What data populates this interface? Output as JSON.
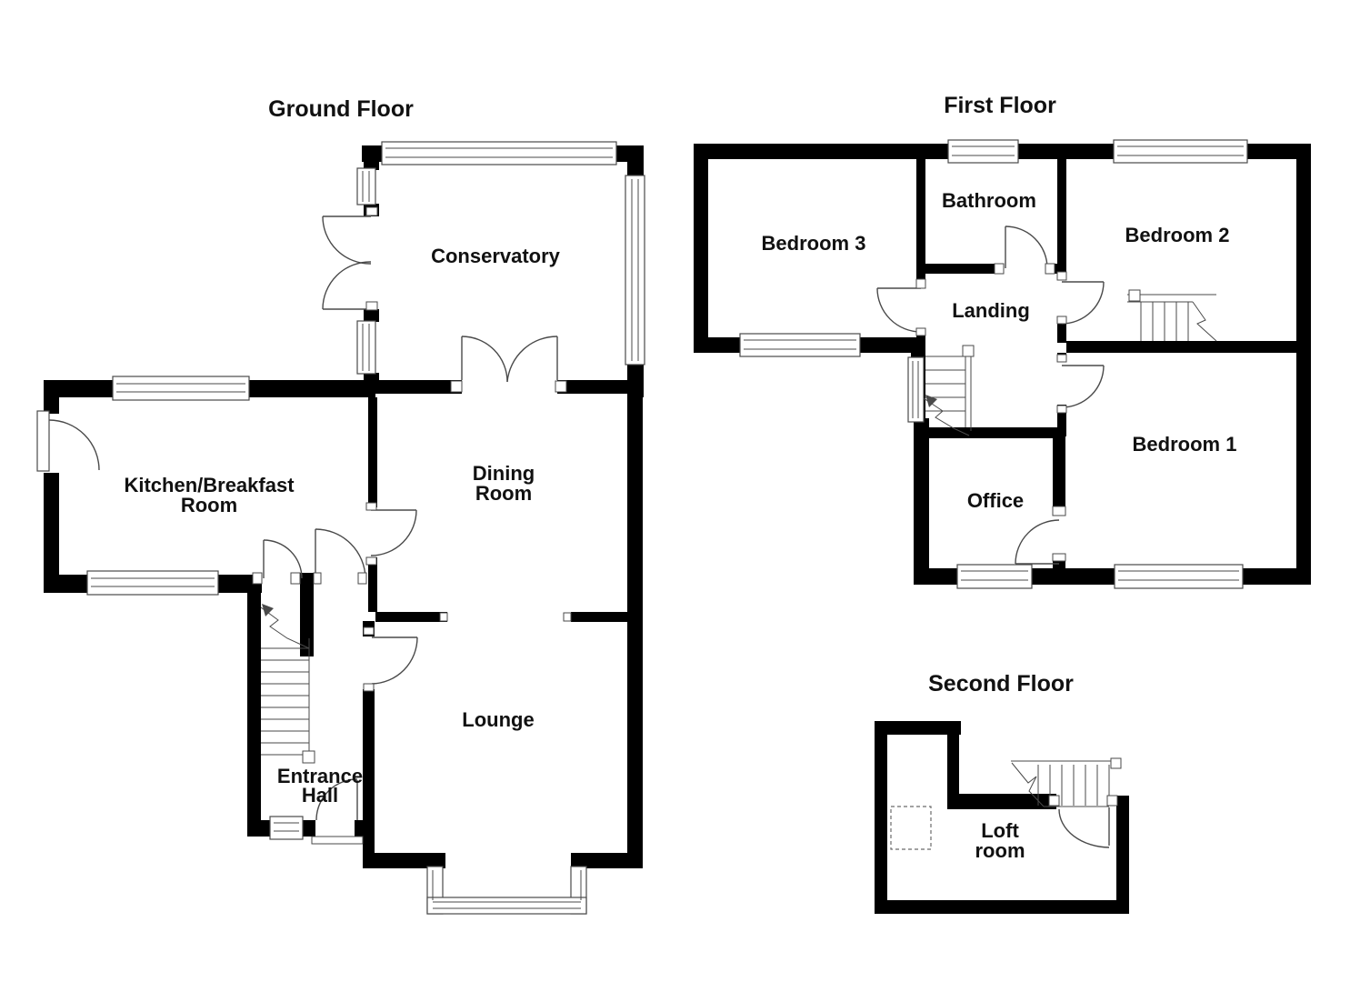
{
  "colors": {
    "background": "#ffffff",
    "wall": "#000000",
    "line": "#4a4a4a",
    "text": "#111111"
  },
  "floors": {
    "ground": {
      "title": "Ground Floor",
      "rooms": {
        "conservatory": "Conservatory",
        "kitchen_line1": "Kitchen/Breakfast",
        "kitchen_line2": "Room",
        "dining_line1": "Dining",
        "dining_line2": "Room",
        "lounge": "Lounge",
        "hall_line1": "Entrance",
        "hall_line2": "Hall"
      }
    },
    "first": {
      "title": "First Floor",
      "rooms": {
        "bedroom3": "Bedroom 3",
        "bathroom": "Bathroom",
        "bedroom2": "Bedroom 2",
        "landing": "Landing",
        "office": "Office",
        "bedroom1": "Bedroom 1"
      }
    },
    "second": {
      "title": "Second Floor",
      "rooms": {
        "loft_line1": "Loft",
        "loft_line2": "room"
      }
    }
  }
}
